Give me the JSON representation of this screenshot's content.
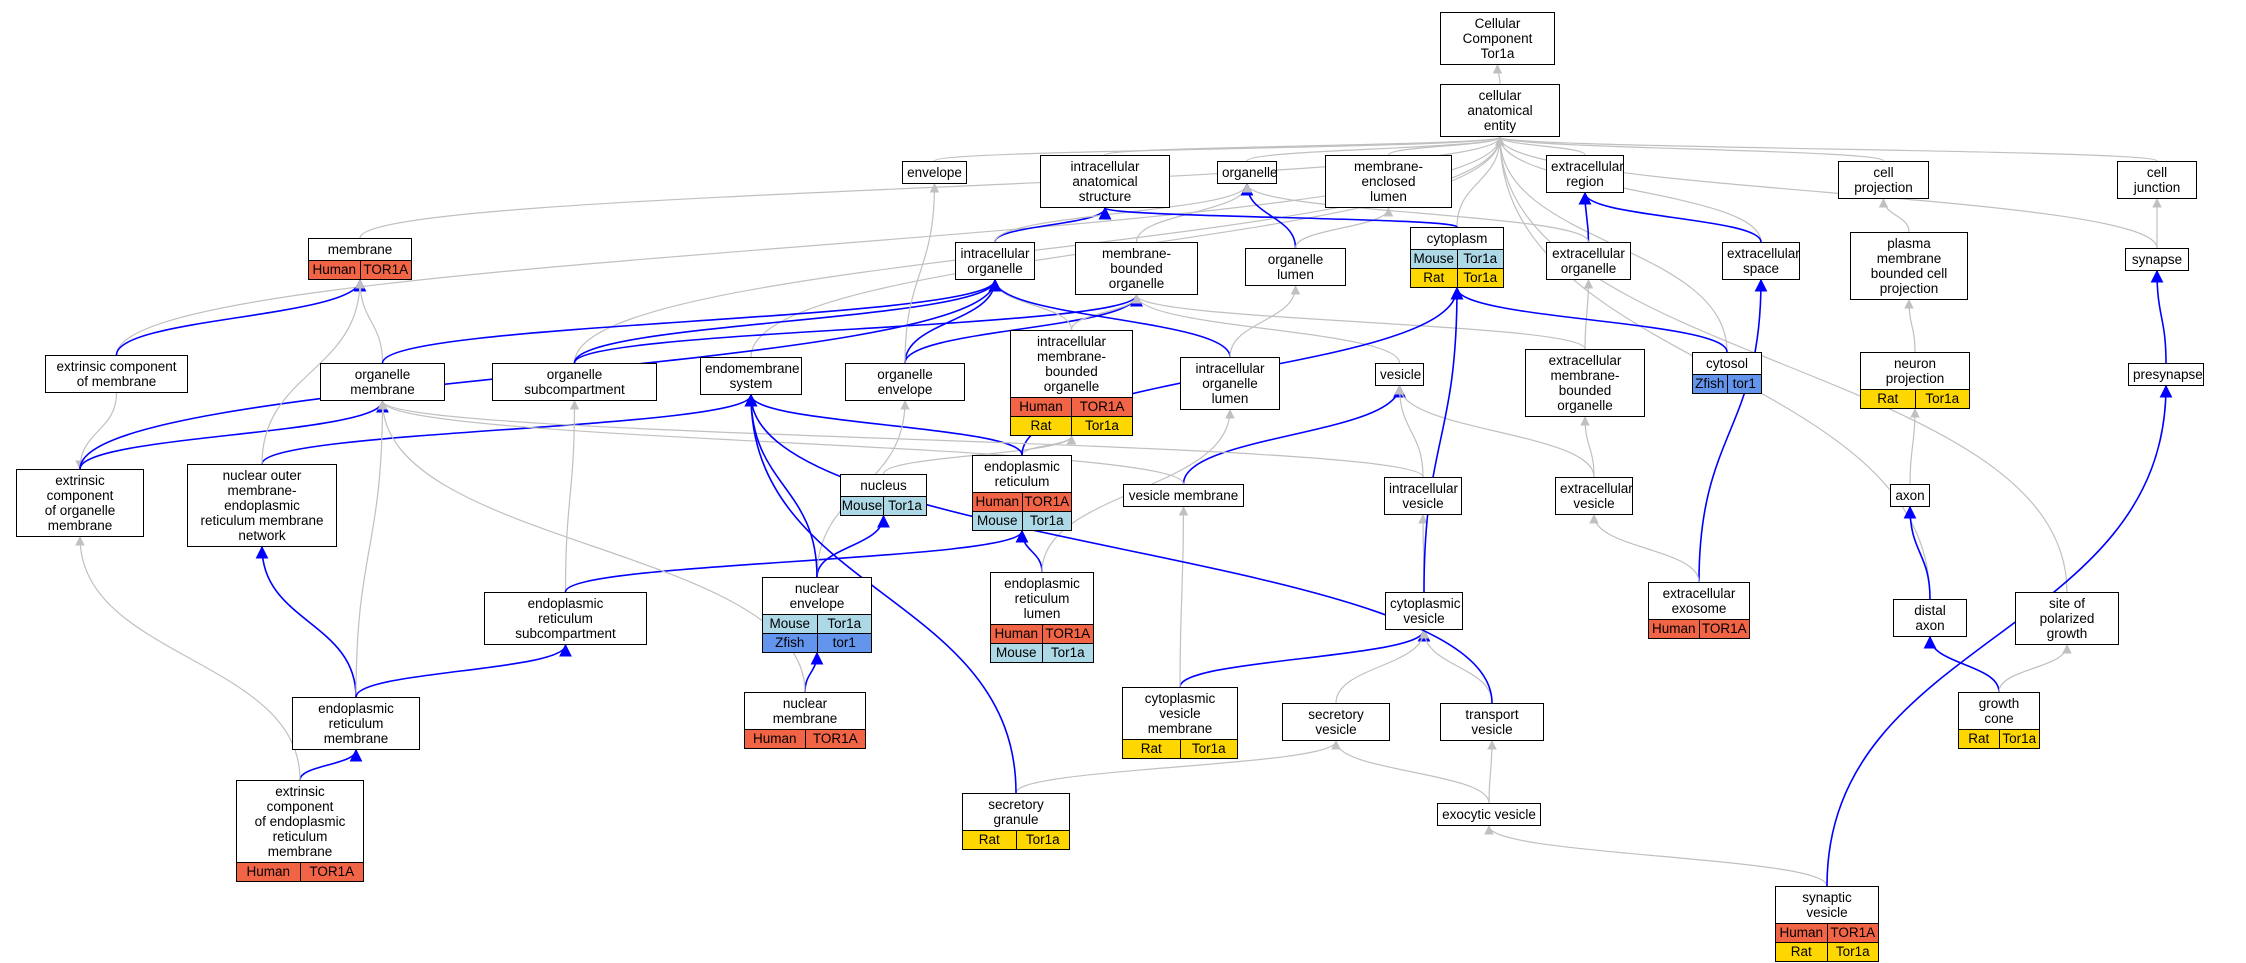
{
  "title": "Cellular Component\nTor1a",
  "colors": {
    "Human": "#f26446",
    "Rat": "#ffd700",
    "Mouse": "#add8e6",
    "Zfish": "#6495ed",
    "blue_edge": "#0000ff",
    "grey_edge": "#c0c0c0"
  },
  "nodes": [
    {
      "id": "root",
      "label": "Cellular Component\nTor1a",
      "rows": []
    },
    {
      "id": "cae",
      "label": "cellular anatomical\nentity",
      "rows": []
    },
    {
      "id": "envelope",
      "label": "envelope",
      "rows": []
    },
    {
      "id": "ias",
      "label": "intracellular\nanatomical structure",
      "rows": []
    },
    {
      "id": "organelle",
      "label": "organelle",
      "rows": []
    },
    {
      "id": "mel",
      "label": "membrane-enclosed\nlumen",
      "rows": []
    },
    {
      "id": "ecr",
      "label": "extracellular\nregion",
      "rows": []
    },
    {
      "id": "cellproj",
      "label": "cell projection",
      "rows": []
    },
    {
      "id": "celljunc",
      "label": "cell junction",
      "rows": []
    },
    {
      "id": "membrane",
      "label": "membrane",
      "rows": [
        [
          "Human",
          "TOR1A"
        ]
      ]
    },
    {
      "id": "intorg",
      "label": "intracellular\norganelle",
      "rows": []
    },
    {
      "id": "mbo",
      "label": "membrane-bounded\norganelle",
      "rows": []
    },
    {
      "id": "orglumen",
      "label": "organelle lumen",
      "rows": []
    },
    {
      "id": "cytoplasm",
      "label": "cytoplasm",
      "rows": [
        [
          "Mouse",
          "Tor1a"
        ],
        [
          "Rat",
          "Tor1a"
        ]
      ]
    },
    {
      "id": "ecorg",
      "label": "extracellular\norganelle",
      "rows": []
    },
    {
      "id": "ecspace",
      "label": "extracellular\nspace",
      "rows": []
    },
    {
      "id": "pmbcp",
      "label": "plasma membrane\nbounded cell\nprojection",
      "rows": []
    },
    {
      "id": "synapse",
      "label": "synapse",
      "rows": []
    },
    {
      "id": "ecm",
      "label": "extrinsic component\nof membrane",
      "rows": []
    },
    {
      "id": "orgmem",
      "label": "organelle membrane",
      "rows": []
    },
    {
      "id": "orgsub",
      "label": "organelle subcompartment",
      "rows": []
    },
    {
      "id": "endosys",
      "label": "endomembrane\nsystem",
      "rows": []
    },
    {
      "id": "orgenv",
      "label": "organelle envelope",
      "rows": []
    },
    {
      "id": "imbo",
      "label": "intracellular\nmembrane-bounded\norganelle",
      "rows": [
        [
          "Human",
          "TOR1A"
        ],
        [
          "Rat",
          "Tor1a"
        ]
      ]
    },
    {
      "id": "iol",
      "label": "intracellular\norganelle lumen",
      "rows": []
    },
    {
      "id": "vesicle",
      "label": "vesicle",
      "rows": []
    },
    {
      "id": "embo",
      "label": "extracellular\nmembrane-bounded\norganelle",
      "rows": []
    },
    {
      "id": "cytosol",
      "label": "cytosol",
      "rows": [
        [
          "Zfish",
          "tor1"
        ]
      ]
    },
    {
      "id": "neuproj",
      "label": "neuron projection",
      "rows": [
        [
          "Rat",
          "Tor1a"
        ]
      ]
    },
    {
      "id": "presyn",
      "label": "presynapse",
      "rows": []
    },
    {
      "id": "ecom",
      "label": "extrinsic component\nof organelle\nmembrane",
      "rows": []
    },
    {
      "id": "nomern",
      "label": "nuclear outer\nmembrane-endoplasmic\nreticulum membrane\nnetwork",
      "rows": []
    },
    {
      "id": "nucleus",
      "label": "nucleus",
      "rows": [
        [
          "Mouse",
          "Tor1a"
        ]
      ]
    },
    {
      "id": "er",
      "label": "endoplasmic\nreticulum",
      "rows": [
        [
          "Human",
          "TOR1A"
        ],
        [
          "Mouse",
          "Tor1a"
        ]
      ]
    },
    {
      "id": "vesmem",
      "label": "vesicle membrane",
      "rows": []
    },
    {
      "id": "icves",
      "label": "intracellular\nvesicle",
      "rows": []
    },
    {
      "id": "ecves",
      "label": "extracellular\nvesicle",
      "rows": []
    },
    {
      "id": "axon",
      "label": "axon",
      "rows": []
    },
    {
      "id": "ersub",
      "label": "endoplasmic\nreticulum subcompartment",
      "rows": []
    },
    {
      "id": "nucenv",
      "label": "nuclear envelope",
      "rows": [
        [
          "Mouse",
          "Tor1a"
        ],
        [
          "Zfish",
          "tor1"
        ]
      ]
    },
    {
      "id": "erlumen",
      "label": "endoplasmic\nreticulum lumen",
      "rows": [
        [
          "Human",
          "TOR1A"
        ],
        [
          "Mouse",
          "Tor1a"
        ]
      ]
    },
    {
      "id": "cytves",
      "label": "cytoplasmic\nvesicle",
      "rows": []
    },
    {
      "id": "exosome",
      "label": "extracellular\nexosome",
      "rows": [
        [
          "Human",
          "TOR1A"
        ]
      ]
    },
    {
      "id": "distaxon",
      "label": "distal axon",
      "rows": []
    },
    {
      "id": "sopg",
      "label": "site of polarized\ngrowth",
      "rows": []
    },
    {
      "id": "ermem",
      "label": "endoplasmic\nreticulum membrane",
      "rows": []
    },
    {
      "id": "nucmem",
      "label": "nuclear membrane",
      "rows": [
        [
          "Human",
          "TOR1A"
        ]
      ]
    },
    {
      "id": "cvm",
      "label": "cytoplasmic\nvesicle membrane",
      "rows": [
        [
          "Rat",
          "Tor1a"
        ]
      ]
    },
    {
      "id": "secves",
      "label": "secretory vesicle",
      "rows": []
    },
    {
      "id": "transves",
      "label": "transport vesicle",
      "rows": []
    },
    {
      "id": "growthcone",
      "label": "growth cone",
      "rows": [
        [
          "Rat",
          "Tor1a"
        ]
      ]
    },
    {
      "id": "ecerm",
      "label": "extrinsic component\nof endoplasmic\nreticulum membrane",
      "rows": [
        [
          "Human",
          "TOR1A"
        ]
      ]
    },
    {
      "id": "secgran",
      "label": "secretory granule",
      "rows": [
        [
          "Rat",
          "Tor1a"
        ]
      ]
    },
    {
      "id": "exoves",
      "label": "exocytic vesicle",
      "rows": []
    },
    {
      "id": "synves",
      "label": "synaptic vesicle",
      "rows": [
        [
          "Human",
          "TOR1A"
        ],
        [
          "Rat",
          "Tor1a"
        ]
      ]
    }
  ],
  "edges": [
    [
      "cae",
      "root",
      "g"
    ],
    [
      "envelope",
      "cae",
      "g"
    ],
    [
      "ias",
      "cae",
      "g"
    ],
    [
      "organelle",
      "cae",
      "g"
    ],
    [
      "mel",
      "cae",
      "g"
    ],
    [
      "ecr",
      "cae",
      "g"
    ],
    [
      "cellproj",
      "cae",
      "g"
    ],
    [
      "celljunc",
      "cae",
      "g"
    ],
    [
      "membrane",
      "cae",
      "g"
    ],
    [
      "cytoplasm",
      "cae",
      "g"
    ],
    [
      "ecspace",
      "cae",
      "g"
    ],
    [
      "synapse",
      "cae",
      "g"
    ],
    [
      "ecm",
      "cae",
      "g"
    ],
    [
      "orgsub",
      "cae",
      "g"
    ],
    [
      "endosys",
      "cae",
      "g"
    ],
    [
      "cytosol",
      "cae",
      "g"
    ],
    [
      "distaxon",
      "cae",
      "g"
    ],
    [
      "sopg",
      "cae",
      "g"
    ],
    [
      "intorg",
      "ias",
      "b"
    ],
    [
      "intorg",
      "organelle",
      "g"
    ],
    [
      "mbo",
      "organelle",
      "g"
    ],
    [
      "orglumen",
      "organelle",
      "b"
    ],
    [
      "orglumen",
      "mel",
      "g"
    ],
    [
      "cytoplasm",
      "ias",
      "b"
    ],
    [
      "ecorg",
      "ecr",
      "b"
    ],
    [
      "ecorg",
      "organelle",
      "g"
    ],
    [
      "ecspace",
      "ecr",
      "b"
    ],
    [
      "pmbcp",
      "cellproj",
      "g"
    ],
    [
      "synapse",
      "celljunc",
      "g"
    ],
    [
      "ecm",
      "membrane",
      "b"
    ],
    [
      "orgmem",
      "membrane",
      "g"
    ],
    [
      "orgmem",
      "intorg",
      "b"
    ],
    [
      "orgsub",
      "intorg",
      "b"
    ],
    [
      "orgsub",
      "mbo",
      "b"
    ],
    [
      "orgenv",
      "intorg",
      "b"
    ],
    [
      "orgenv",
      "mbo",
      "b"
    ],
    [
      "orgenv",
      "envelope",
      "g"
    ],
    [
      "imbo",
      "intorg",
      "g"
    ],
    [
      "imbo",
      "mbo",
      "g"
    ],
    [
      "iol",
      "intorg",
      "b"
    ],
    [
      "iol",
      "orglumen",
      "g"
    ],
    [
      "vesicle",
      "mbo",
      "g"
    ],
    [
      "embo",
      "mbo",
      "g"
    ],
    [
      "embo",
      "ecorg",
      "g"
    ],
    [
      "cytosol",
      "cytoplasm",
      "b"
    ],
    [
      "neuproj",
      "pmbcp",
      "g"
    ],
    [
      "presyn",
      "synapse",
      "b"
    ],
    [
      "ecm",
      "ecom",
      "g"
    ],
    [
      "ecom",
      "orgmem",
      "b"
    ],
    [
      "ecom",
      "intorg",
      "b"
    ],
    [
      "nomern",
      "endosys",
      "b"
    ],
    [
      "nomern",
      "membrane",
      "g"
    ],
    [
      "nucleus",
      "imbo",
      "g"
    ],
    [
      "er",
      "imbo",
      "g"
    ],
    [
      "er",
      "endosys",
      "b"
    ],
    [
      "er",
      "cytoplasm",
      "b"
    ],
    [
      "vesmem",
      "vesicle",
      "b"
    ],
    [
      "vesmem",
      "orgmem",
      "g"
    ],
    [
      "icves",
      "vesicle",
      "g"
    ],
    [
      "icves",
      "orgmem",
      "g"
    ],
    [
      "ecves",
      "vesicle",
      "g"
    ],
    [
      "ecves",
      "embo",
      "g"
    ],
    [
      "axon",
      "neuproj",
      "g"
    ],
    [
      "ersub",
      "orgsub",
      "g"
    ],
    [
      "ersub",
      "er",
      "b"
    ],
    [
      "nucenv",
      "nucleus",
      "b"
    ],
    [
      "nucenv",
      "orgenv",
      "g"
    ],
    [
      "nucenv",
      "endosys",
      "b"
    ],
    [
      "erlumen",
      "er",
      "b"
    ],
    [
      "erlumen",
      "iol",
      "g"
    ],
    [
      "cytves",
      "icves",
      "g"
    ],
    [
      "cytves",
      "cytoplasm",
      "b"
    ],
    [
      "exosome",
      "ecspace",
      "b"
    ],
    [
      "exosome",
      "ecves",
      "g"
    ],
    [
      "distaxon",
      "axon",
      "b"
    ],
    [
      "ermem",
      "nomern",
      "b"
    ],
    [
      "ermem",
      "orgmem",
      "g"
    ],
    [
      "ermem",
      "ersub",
      "b"
    ],
    [
      "nucmem",
      "nucenv",
      "b"
    ],
    [
      "nucmem",
      "orgmem",
      "g"
    ],
    [
      "cvm",
      "cytves",
      "b"
    ],
    [
      "cvm",
      "vesmem",
      "g"
    ],
    [
      "secves",
      "cytves",
      "g"
    ],
    [
      "transves",
      "cytves",
      "g"
    ],
    [
      "transves",
      "endosys",
      "b"
    ],
    [
      "growthcone",
      "distaxon",
      "b"
    ],
    [
      "growthcone",
      "sopg",
      "g"
    ],
    [
      "ecerm",
      "ermem",
      "b"
    ],
    [
      "ecerm",
      "ecom",
      "g"
    ],
    [
      "secgran",
      "secves",
      "g"
    ],
    [
      "secgran",
      "endosys",
      "b"
    ],
    [
      "exoves",
      "secves",
      "g"
    ],
    [
      "exoves",
      "transves",
      "g"
    ],
    [
      "synves",
      "exoves",
      "g"
    ],
    [
      "synves",
      "presyn",
      "b"
    ]
  ]
}
